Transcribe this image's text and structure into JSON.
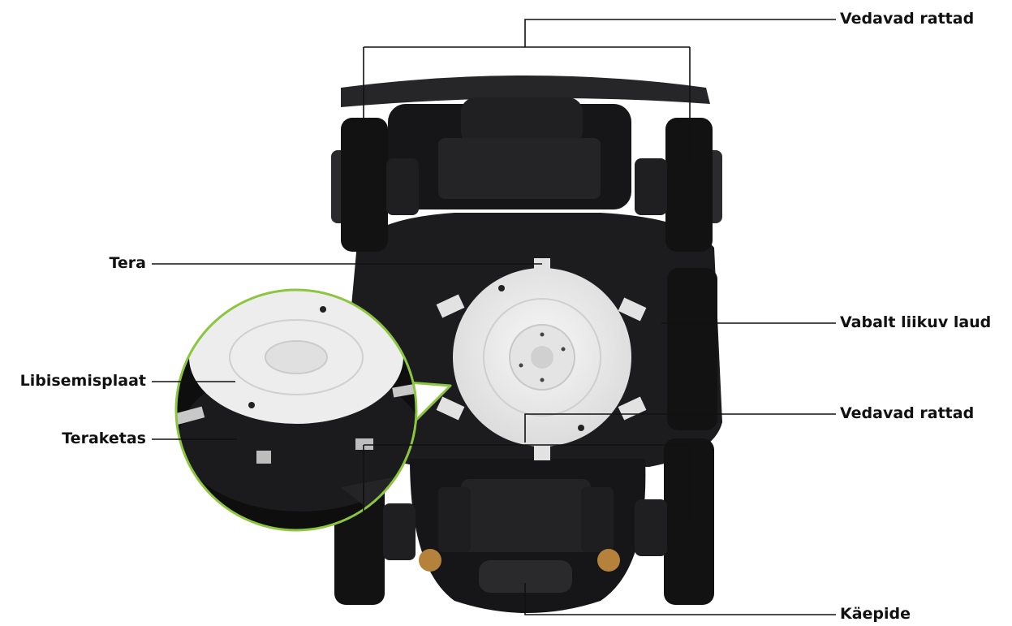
{
  "labels": {
    "drive_wheels_top": "Vedavad rattad",
    "blade": "Tera",
    "floating_deck": "Vabalt liikuv laud",
    "skid_plate": "Libisemisplaat",
    "drive_wheels_mid": "Vedavad rattad",
    "blade_disc": "Teraketas",
    "handle": "Käepide"
  },
  "colors": {
    "body": "#1b1b1d",
    "body_dark": "#0c0c0d",
    "plate": "#ececec",
    "zoom_ring": "#8cc63f",
    "leader_line": "#111111"
  }
}
